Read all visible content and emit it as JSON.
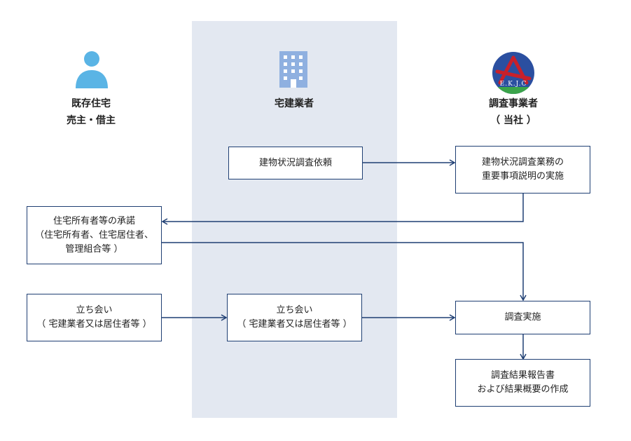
{
  "columns": {
    "owner": "既存住宅\n売主・借主",
    "agent": "宅建業者",
    "inspector": "調査事業者\n（ 当社 ）"
  },
  "logo": {
    "text": "E.K.J.C"
  },
  "boxes": {
    "request": "建物状況調査依頼",
    "explanation": "建物状況調査業務の\n重要事項説明の実施",
    "consent": "住宅所有者等の承諾\n（住宅所有者、住宅居住者、\n管理組合等 ）",
    "witness_left": "立ち会い\n（ 宅建業者又は居住者等 ）",
    "witness_mid": "立ち会い\n（ 宅建業者又は居住者等 ）",
    "survey": "調査実施",
    "report": "調査結果報告書\nおよび結果概要の作成"
  },
  "colors": {
    "band": "#e3e8f1",
    "line": "#1f3f73",
    "person_icon": "#5ab4e5",
    "building_icon": "#8fb0e0",
    "logo_red": "#c8202b",
    "logo_blue": "#2b4fa0",
    "logo_green": "#3aa34a"
  }
}
